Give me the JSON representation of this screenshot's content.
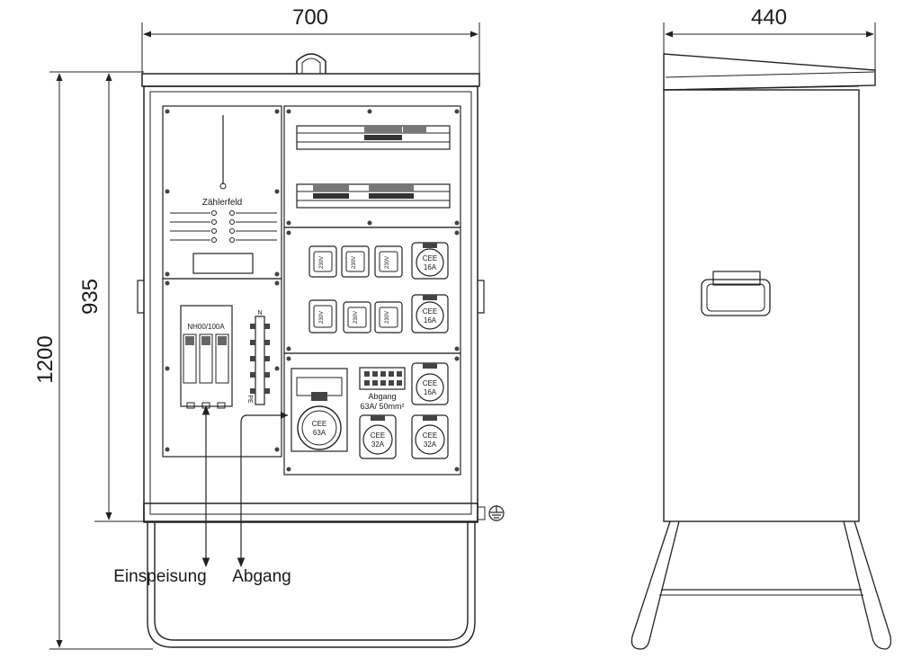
{
  "dimensions": {
    "front_width": "700",
    "side_width": "440",
    "total_height": "1200",
    "cabinet_height": "935"
  },
  "labels": {
    "meter_field": "Zählerfeld",
    "fuse": "NH00/100A",
    "outgoing_title": "Abgang",
    "outgoing_spec": "63A/ 50mm²",
    "feed_in": "Einspeisung",
    "outgoing": "Abgang",
    "neutral": "N",
    "pe": "PE"
  },
  "sockets": {
    "schuko": "230V",
    "cee16_line1": "CEE",
    "cee16_line2": "16A",
    "cee32_line1": "CEE",
    "cee32_line2": "32A",
    "cee63_line1": "CEE",
    "cee63_line2": "63A"
  }
}
